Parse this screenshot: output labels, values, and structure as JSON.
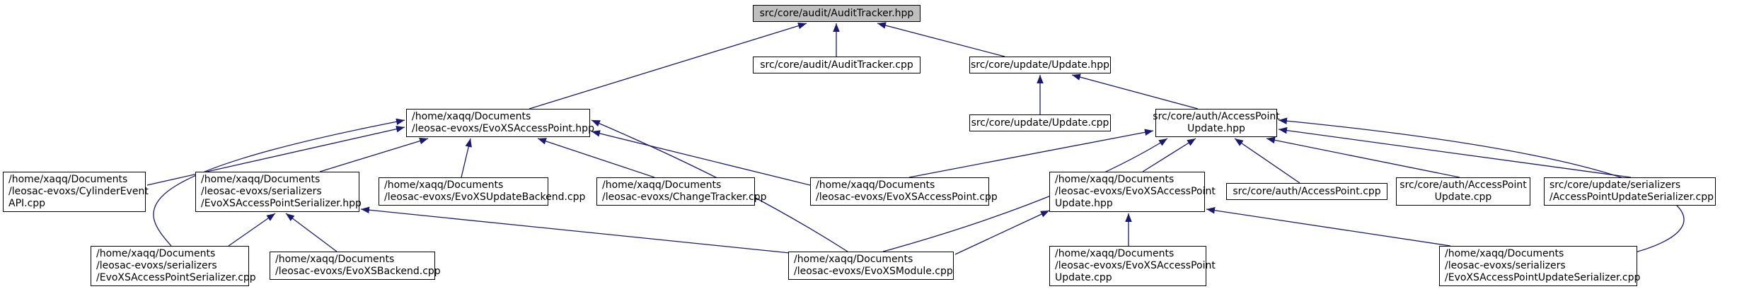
{
  "nodes": {
    "n_audit_hpp": {
      "lines": [
        "src/core/audit/AuditTracker.hpp"
      ]
    },
    "n_audit_cpp": {
      "lines": [
        "src/core/audit/AuditTracker.cpp"
      ]
    },
    "n_update_hpp": {
      "lines": [
        "src/core/update/Update.hpp"
      ]
    },
    "n_update_cpp": {
      "lines": [
        "src/core/update/Update.cpp"
      ]
    },
    "n_evoxs_ap_hpp": {
      "lines": [
        "/home/xaqq/Documents",
        "/leosac-evoxs/EvoXSAccessPoint.hpp"
      ]
    },
    "n_apu_hpp": {
      "lines": [
        "src/core/auth/AccessPoint",
        "Update.hpp"
      ]
    },
    "n_cyl": {
      "lines": [
        "/home/xaqq/Documents",
        "/leosac-evoxs/CylinderEvent",
        "API.cpp"
      ]
    },
    "n_apser_hpp": {
      "lines": [
        "/home/xaqq/Documents",
        "/leosac-evoxs/serializers",
        "/EvoXSAccessPointSerializer.hpp"
      ]
    },
    "n_updbackend": {
      "lines": [
        "/home/xaqq/Documents",
        "/leosac-evoxs/EvoXSUpdateBackend.cpp"
      ]
    },
    "n_change": {
      "lines": [
        "/home/xaqq/Documents",
        "/leosac-evoxs/ChangeTracker.cpp"
      ]
    },
    "n_evoxs_ap_cpp": {
      "lines": [
        "/home/xaqq/Documents",
        "/leosac-evoxs/EvoXSAccessPoint.cpp"
      ]
    },
    "n_evoxs_apu_hpp": {
      "lines": [
        "/home/xaqq/Documents",
        "/leosac-evoxs/EvoXSAccessPoint",
        "Update.hpp"
      ]
    },
    "n_auth_ap_cpp": {
      "lines": [
        "src/core/auth/AccessPoint.cpp"
      ]
    },
    "n_auth_apu_cpp": {
      "lines": [
        "src/core/auth/AccessPoint",
        "Update.cpp"
      ]
    },
    "n_upd_ser": {
      "lines": [
        "src/core/update/serializers",
        "/AccessPointUpdateSerializer.cpp"
      ]
    },
    "n_apser_cpp": {
      "lines": [
        "/home/xaqq/Documents",
        "/leosac-evoxs/serializers",
        "/EvoXSAccessPointSerializer.cpp"
      ]
    },
    "n_backend": {
      "lines": [
        "/home/xaqq/Documents",
        "/leosac-evoxs/EvoXSBackend.cpp"
      ]
    },
    "n_module": {
      "lines": [
        "/home/xaqq/Documents",
        "/leosac-evoxs/EvoXSModule.cpp"
      ]
    },
    "n_evoxs_apu_cpp": {
      "lines": [
        "/home/xaqq/Documents",
        "/leosac-evoxs/EvoXSAccessPoint",
        "Update.cpp"
      ]
    },
    "n_apuser_cpp": {
      "lines": [
        "/home/xaqq/Documents",
        "/leosac-evoxs/serializers",
        "/EvoXSAccessPointUpdateSerializer.cpp"
      ]
    }
  },
  "colors": {
    "edge": "#191970",
    "node_border": "#000000",
    "root_fill": "#bfbfbf",
    "node_fill": "#ffffff"
  }
}
